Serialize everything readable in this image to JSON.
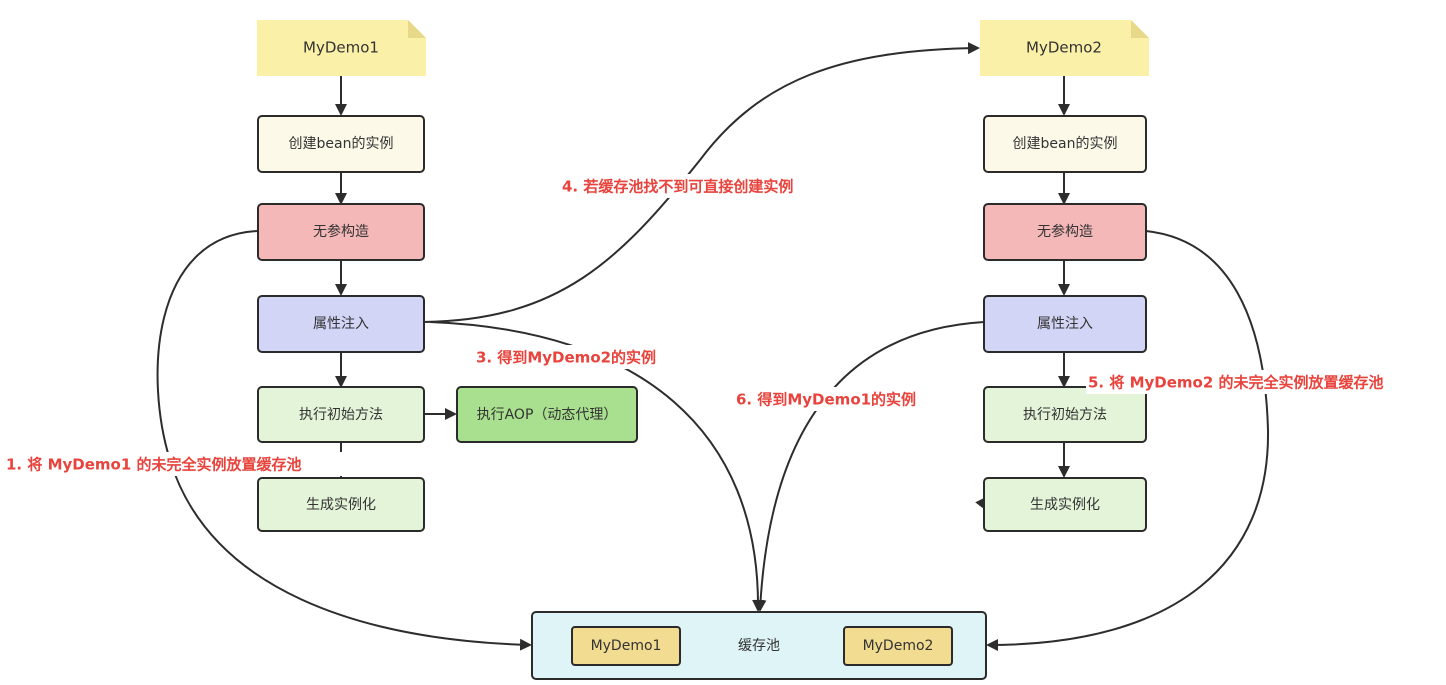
{
  "colors": {
    "note_fill": "#fbf0a8",
    "note_fold": "#e8d98a",
    "create_fill": "#fcf9e8",
    "noarg_fill": "#f5b8b8",
    "inject_fill": "#d3d5f7",
    "init_fill": "#e3f4d8",
    "aop_fill": "#a9e08f",
    "pool_fill": "#dff4f7",
    "pool_item_fill": "#f2dc91",
    "annotation": "#e8433c",
    "edge": "#2d2d2d"
  },
  "left": {
    "note": "MyDemo1",
    "create": "创建bean的实例",
    "noarg": "无参构造",
    "inject": "属性注入",
    "init": "执行初始方法",
    "aop": "执行AOP（动态代理）",
    "generate": "生成实例化"
  },
  "right": {
    "note": "MyDemo2",
    "create": "创建bean的实例",
    "noarg": "无参构造",
    "inject": "属性注入",
    "init": "执行初始方法",
    "generate": "生成实例化"
  },
  "pool": {
    "label": "缓存池",
    "item1": "MyDemo1",
    "item2": "MyDemo2"
  },
  "annotations": {
    "step1": "1. 将 MyDemo1 的未完全实例放置缓存池",
    "step3": "3. 得到MyDemo2的实例",
    "step4": "4. 若缓存池找不到可直接创建实例",
    "step5": "5. 将 MyDemo2 的未完全实例放置缓存池",
    "step6": "6. 得到MyDemo1的实例"
  }
}
